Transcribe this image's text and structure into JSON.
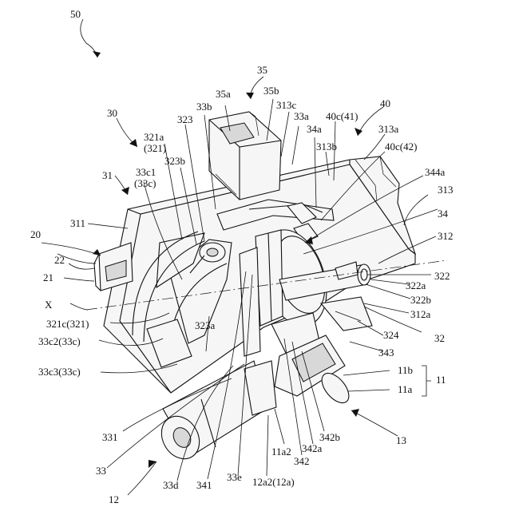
{
  "labels": {
    "l50": "50",
    "l35": "35",
    "l35a": "35a",
    "l35b": "35b",
    "l313c": "313c",
    "l33a": "33a",
    "l40": "40",
    "l40c41": "40c(41)",
    "l313a": "313a",
    "l34a": "34a",
    "l313b": "313b",
    "l40c42": "40c(42)",
    "l33b": "33b",
    "l323": "323",
    "l30": "30",
    "l321a": "321a",
    "l321": "(321)",
    "l323b": "323b",
    "l33c1": "33c1",
    "l33c": "(33c)",
    "l31": "31",
    "l344a": "344a",
    "l313": "313",
    "l34": "34",
    "l311": "311",
    "l312": "312",
    "l20": "20",
    "l22": "22",
    "l21": "21",
    "l322": "322",
    "l322a": "322a",
    "lX": "X",
    "l322b": "322b",
    "l312a": "312a",
    "l321c": "321c(321)",
    "l324": "324",
    "l32": "32",
    "l33c2": "33c2(33c)",
    "l323a": "323a",
    "l343": "343",
    "l33c3": "33c3(33c)",
    "l11b": "11b",
    "l11": "11",
    "l11a": "11a",
    "l331": "331",
    "l342b": "342b",
    "l13": "13",
    "l342a": "342a",
    "l11a2": "11a2",
    "l342": "342",
    "l33": "33",
    "l12": "12",
    "l33d": "33d",
    "l341": "341",
    "l33e": "33e",
    "l12a2": "12a2(12a)"
  }
}
